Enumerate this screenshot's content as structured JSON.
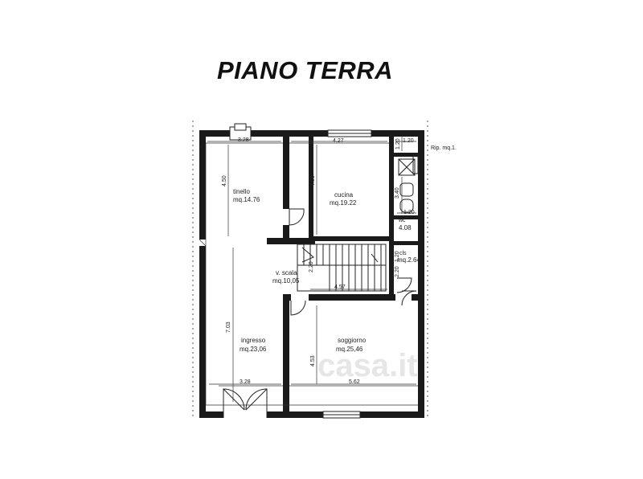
{
  "title": "PIANO TERRA",
  "rooms": {
    "tinello": {
      "name": "tinello",
      "area": "mq.14.76"
    },
    "cucina": {
      "name": "cucina",
      "area": "mq.19.22"
    },
    "wc": {
      "name": "wc",
      "area": "4.08"
    },
    "cls": {
      "name": "cls",
      "area": "mq.2.64"
    },
    "scala": {
      "name": "v.  scala",
      "area": "mq.10,05"
    },
    "ingresso": {
      "name": "ingresso",
      "area": "mq.23,06"
    },
    "soggiorno": {
      "name": "soggiorno",
      "area": "mq.25,46"
    },
    "ripostiglio": {
      "name": "Rip. mq.1."
    }
  },
  "dimensions": {
    "tinello_width": "3.28",
    "tinello_depth": "4.50",
    "cucina_width": "4.27",
    "cucina_depth": "4.50",
    "rip_width": "1.20",
    "rip_depth": "1.20",
    "wc_depth": "3.40",
    "wc_width": "1.20",
    "cls_depth": "1.20",
    "cls_width": "2.20",
    "scala_depth": "2.20",
    "scala_width": "4.57",
    "ingresso_depth": "7.03",
    "ingresso_width": "3.28",
    "soggiorno_depth": "4.53",
    "soggiorno_width": "5.62"
  },
  "watermark": "casa.it"
}
